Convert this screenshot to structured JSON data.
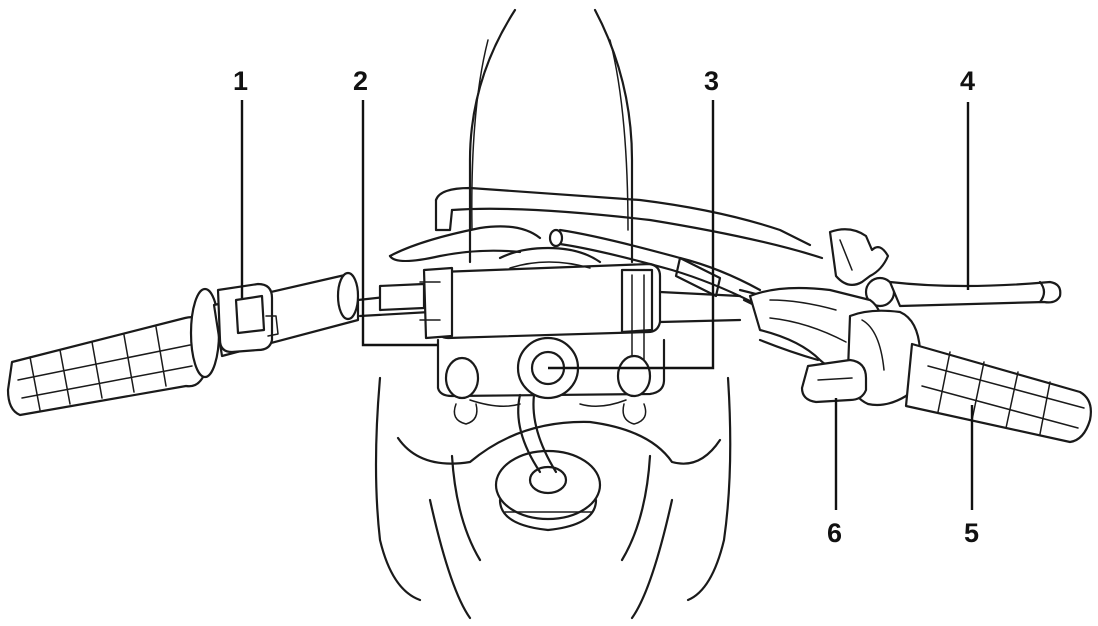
{
  "callouts": {
    "c1": "1",
    "c2": "2",
    "c3": "3",
    "c4": "4",
    "c5": "5",
    "c6": "6"
  },
  "colors": {
    "ink": "#1a1a1a",
    "background": "#ffffff"
  }
}
